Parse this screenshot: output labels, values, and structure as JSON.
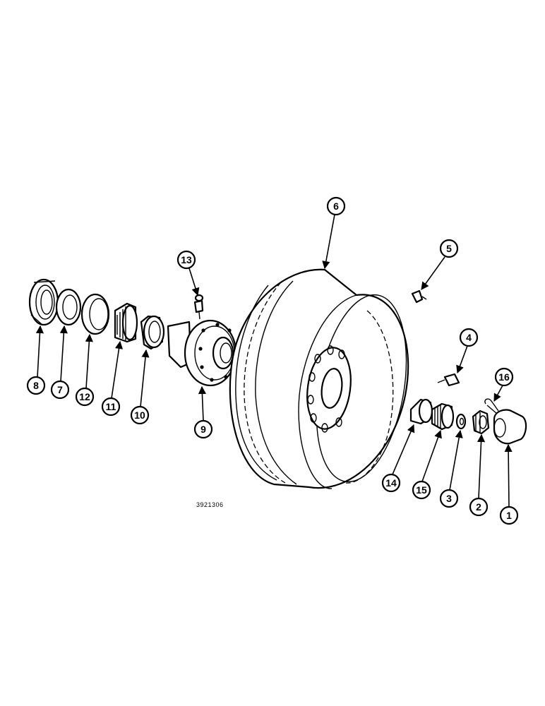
{
  "drawing_code": "3921306",
  "callouts": [
    "1",
    "2",
    "3",
    "4",
    "5",
    "6",
    "7",
    "8",
    "9",
    "10",
    "11",
    "12",
    "13",
    "14",
    "15",
    "16"
  ]
}
